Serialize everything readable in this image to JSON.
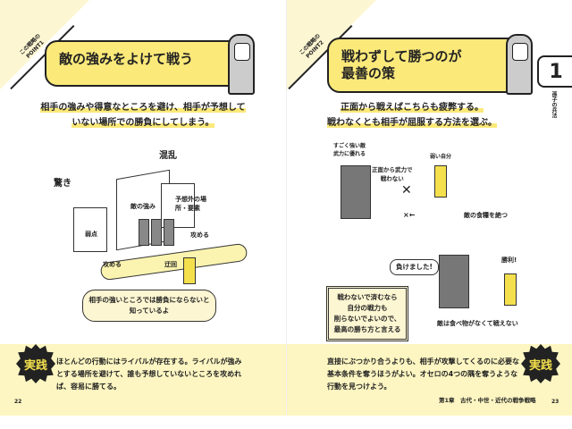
{
  "left": {
    "point_label": "この戦略の",
    "point_word": "POINT1",
    "title": "敵の強みをよけて戦う",
    "lead": [
      "相手の強みや得意なところを避け、相手が予想して",
      "いない場所での勝負にしてしまう。"
    ],
    "labels": {
      "surprise": "驚き",
      "confusion": "混乱",
      "enemy_strength": "敵の強み",
      "unexpected": "予想外の場所・要素",
      "weak_point": "弱点",
      "attack1": "攻める",
      "attack2": "攻める",
      "detour": "迂回"
    },
    "bubble": [
      "相手の強いところでは勝負にならないと",
      "知っているよ"
    ],
    "practice_badge": "実践",
    "practice": "ほとんどの行動にはライバルが存在する。ライバルが強みとする場所を避けて、誰も予想していないところを攻めれば、容易に勝てる。",
    "page": "22"
  },
  "right": {
    "point_label": "この戦略の",
    "point_word": "POINT2",
    "title": [
      "戦わずして勝つのが",
      "最善の策"
    ],
    "tab_number": "1",
    "tab_text": "孫子の兵法",
    "lead": [
      "正面から戦えばこちらも疲弊する。",
      "戦わなくとも相手が屈服する方法を選ぶ。"
    ],
    "labels": {
      "strong_enemy": [
        "すごく強い敵",
        "武力に優れる"
      ],
      "weak_self": "弱い自分",
      "no_fight": [
        "正面から武力で",
        "戦わない"
      ],
      "cut_supply": "敵の食糧を絶つ",
      "surrender": "負けました!",
      "victory": "勝利!",
      "cannot_fight": "敵は食べ物がなくて戦えない",
      "cross_arrow": "×←"
    },
    "box": [
      "戦わないで済むなら",
      "自分の戦力も",
      "削らないでよいので、",
      "最高の勝ち方と言える"
    ],
    "practice_badge": "実践",
    "practice": "直接にぶつかり合うよりも、相手が攻撃してくるのに必要な基本条件を奪うほうがよい。オセロの4つの隅を奪うような行動を見つけよう。",
    "chapter": "第1章　古代・中世・近代の戦争戦略",
    "page": "23"
  }
}
